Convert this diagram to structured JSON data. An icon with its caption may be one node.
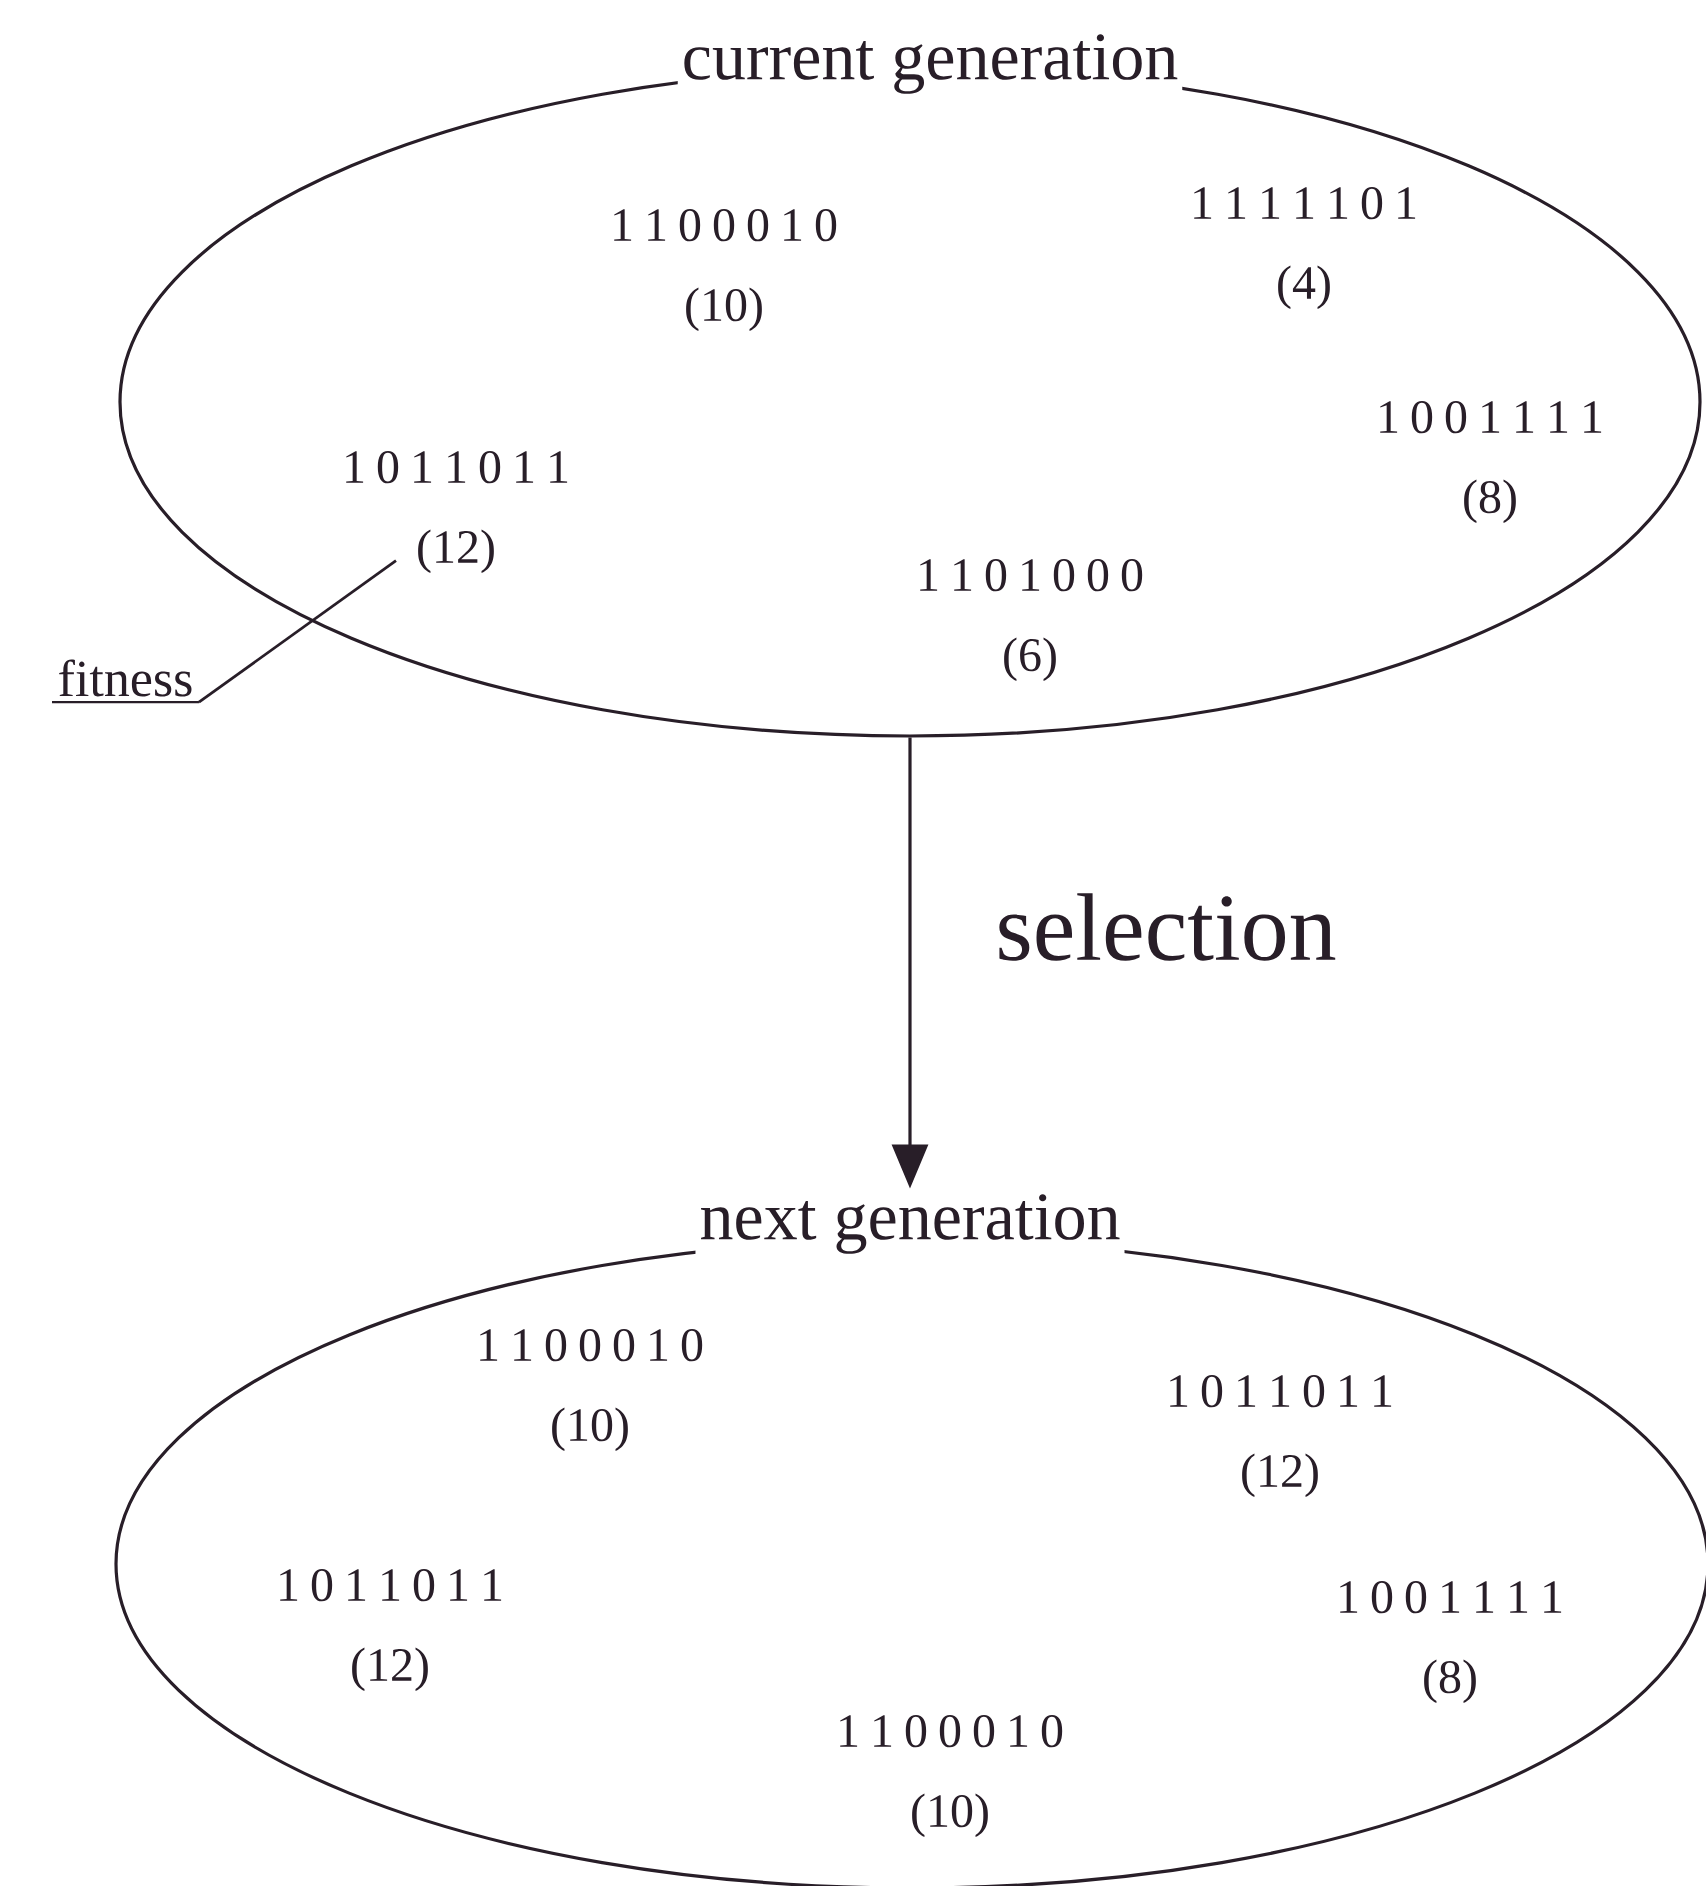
{
  "diagram": {
    "nodes": [
      {
        "text": [
          "current generation"
        ]
      },
      {
        "text": [
          "1 1 0 0 0 1 0",
          "(10)"
        ],
        "in": 0
      },
      {
        "text": [
          "1 1 1 1 1 0 1",
          "(4)"
        ],
        "in": 0
      },
      {
        "text": [
          "1 0 1 1 0 1 1",
          "(12)"
        ],
        "in": 0
      },
      {
        "text": [
          "1 0 0 1 1 1 1",
          "(8)"
        ],
        "in": 0
      },
      {
        "text": [
          "1 1 0 1 0 0 0",
          "(6)"
        ],
        "in": 0
      },
      {
        "text": [
          "fitness"
        ]
      },
      {
        "text": [
          "next generation"
        ]
      },
      {
        "text": [
          "1 1 0 0 0 1 0",
          "(10)"
        ],
        "in": 7
      },
      {
        "text": [
          "1 0 1 1 0 1 1",
          "(12)"
        ],
        "in": 7
      },
      {
        "text": [
          "1 0 1 1 0 1 1",
          "(12)"
        ],
        "in": 7
      },
      {
        "text": [
          "1 0 0 1 1 1 1",
          "(8)"
        ],
        "in": 7
      },
      {
        "text": [
          "1 1 0 0 0 1 0",
          "(10)"
        ],
        "in": 7
      }
    ],
    "edges": [
      {
        "from": 6,
        "to": 3,
        "arrow": "none"
      },
      {
        "from": 0,
        "to": 7,
        "arrow": "to",
        "label": "selection"
      }
    ]
  }
}
